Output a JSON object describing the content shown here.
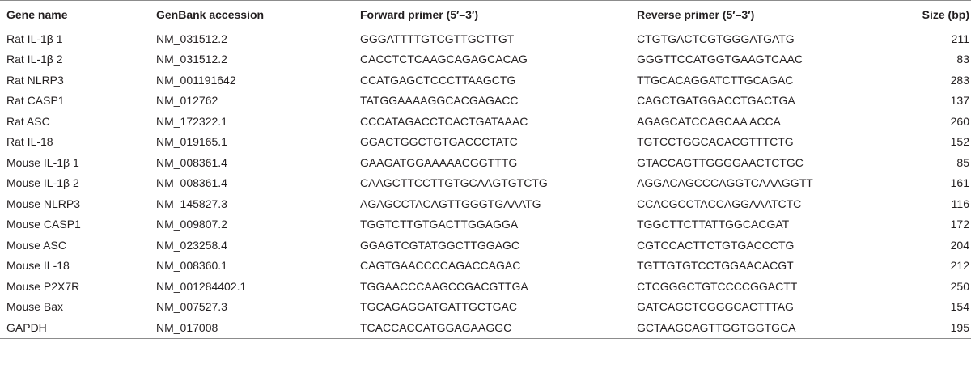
{
  "table": {
    "headers": [
      "Gene name",
      "GenBank accession",
      "Forward primer (5′–3′)",
      "Reverse primer (5′–3′)",
      "Size (bp)"
    ],
    "rows": [
      [
        "Rat IL-1β 1",
        "NM_031512.2",
        "GGGATTTTGTCGTTGCTTGT",
        "CTGTGACTCGTGGGATGATG",
        "211"
      ],
      [
        "Rat IL-1β 2",
        "NM_031512.2",
        "CACCTCTCAAGCAGAGCACAG",
        "GGGTTCCATGGTGAAGTCAAC",
        "83"
      ],
      [
        "Rat NLRP3",
        "NM_001191642",
        "CCATGAGCTCCCTTAAGCTG",
        "TTGCACAGGATCTTGCAGAC",
        "283"
      ],
      [
        "Rat CASP1",
        "NM_012762",
        "TATGGAAAAGGCACGAGACC",
        "CAGCTGATGGACCTGACTGA",
        "137"
      ],
      [
        "Rat ASC",
        "NM_172322.1",
        "CCCATAGACCTCACTGATAAAC",
        "AGAGCATCCAGCAA ACCA",
        "260"
      ],
      [
        "Rat IL-18",
        "NM_019165.1",
        "GGACTGGCTGTGACCCTATC",
        "TGTCCTGGCACACGTTTCTG",
        "152"
      ],
      [
        "Mouse IL-1β 1",
        "NM_008361.4",
        "GAAGATGGAAAAACGGTTTG",
        "GTACCAGTTGGGGAACTCTGC",
        "85"
      ],
      [
        "Mouse IL-1β 2",
        "NM_008361.4",
        "CAAGCTTCCTTGTGCAAGTGTCTG",
        "AGGACAGCCCAGGTCAAAGGTT",
        "161"
      ],
      [
        "Mouse NLRP3",
        "NM_145827.3",
        "AGAGCCTACAGTTGGGTGAAATG",
        "CCACGCCTACCAGGAAATCTC",
        "116"
      ],
      [
        "Mouse CASP1",
        "NM_009807.2",
        "TGGTCTTGTGACTTGGAGGA",
        "TGGCTTCTTATTGGCACGAT",
        "172"
      ],
      [
        "Mouse ASC",
        "NM_023258.4",
        "GGAGTCGTATGGCTTGGAGC",
        "CGTCCACTTCTGTGACCCTG",
        "204"
      ],
      [
        "Mouse IL-18",
        "NM_008360.1",
        "CAGTGAACCCCAGACCAGAC",
        "TGTTGTGTCCTGGAACACGT",
        "212"
      ],
      [
        "Mouse P2X7R",
        "NM_001284402.1",
        "TGGAACCCAAGCCGACGTTGA",
        "CTCGGGCTGTCCCCGGACTT",
        "250"
      ],
      [
        "Mouse Bax",
        "NM_007527.3",
        "TGCAGAGGATGATTGCTGAC",
        "GATCAGCTCGGGCACTTTAG",
        "154"
      ],
      [
        "GAPDH",
        "NM_017008",
        "TCACCACCATGGAGAAGGC",
        "GCTAAGCAGTTGGTGGTGCA",
        "195"
      ]
    ]
  }
}
